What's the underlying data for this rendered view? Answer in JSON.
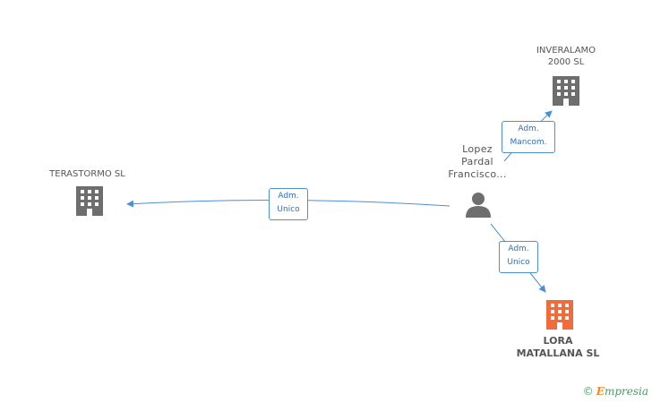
{
  "nodes": {
    "inveralamo": {
      "line1": "INVERALAMO",
      "line2": "2000  SL"
    },
    "terastormo": {
      "line1": "TERASTORMO SL"
    },
    "person": {
      "line1": "Lopez",
      "line2": "Pardal",
      "line3": "Francisco..."
    },
    "lora": {
      "line1": "LORA",
      "line2": "MATALLANA SL"
    }
  },
  "edges": {
    "to_inveralamo": {
      "line1": "Adm.",
      "line2": "Mancom."
    },
    "to_terastormo": {
      "line1": "Adm.",
      "line2": "Unico"
    },
    "to_lora": {
      "line1": "Adm.",
      "line2": "Unico"
    }
  },
  "footer": {
    "copyright": "©",
    "brand_initial": "E",
    "brand_rest": "mpresia"
  },
  "colors": {
    "company": "#6e6e6e",
    "main_company": "#f26b3a",
    "person": "#6e6e6e",
    "edge": "#4a8fd8"
  },
  "icons": {
    "company": "building-icon",
    "person": "person-icon"
  }
}
